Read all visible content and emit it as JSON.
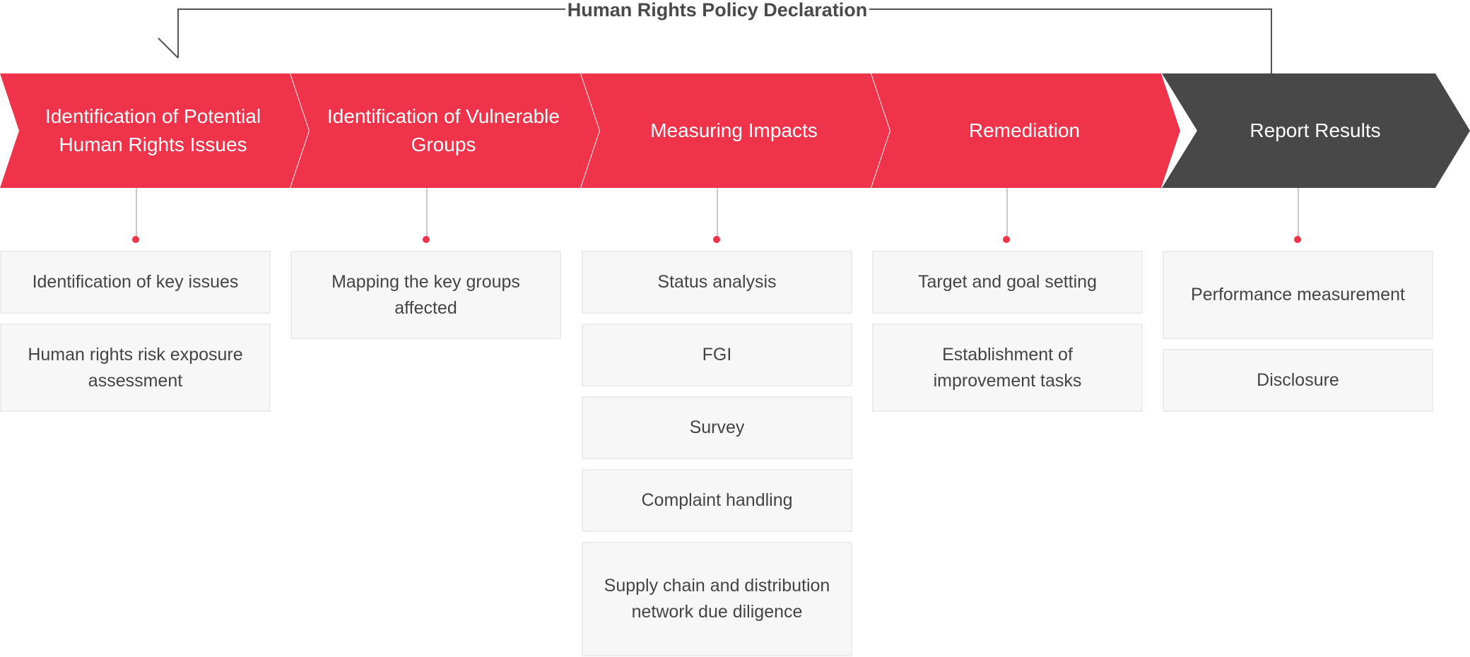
{
  "diagram": {
    "policy_label": "Human Rights Policy Declaration",
    "colors": {
      "accent": "#ee334a",
      "final_step": "#484848",
      "box_bg": "#f7f7f7",
      "text": "#444444"
    },
    "steps": [
      {
        "title": "Identification of Potential Human Rights Issues",
        "items": [
          "Identification of key issues",
          "Human rights risk exposure assessment"
        ]
      },
      {
        "title": "Identification of Vulnerable Groups",
        "items": [
          "Mapping the key groups affected"
        ]
      },
      {
        "title": "Measuring Impacts",
        "items": [
          "Status analysis",
          "FGI",
          "Survey",
          "Complaint handling",
          "Supply chain and distribution network due diligence"
        ]
      },
      {
        "title": "Remediation",
        "items": [
          "Target and goal setting",
          "Establishment of improvement tasks"
        ]
      },
      {
        "title": "Report Results",
        "items": [
          "Performance measurement",
          "Disclosure"
        ]
      }
    ]
  }
}
